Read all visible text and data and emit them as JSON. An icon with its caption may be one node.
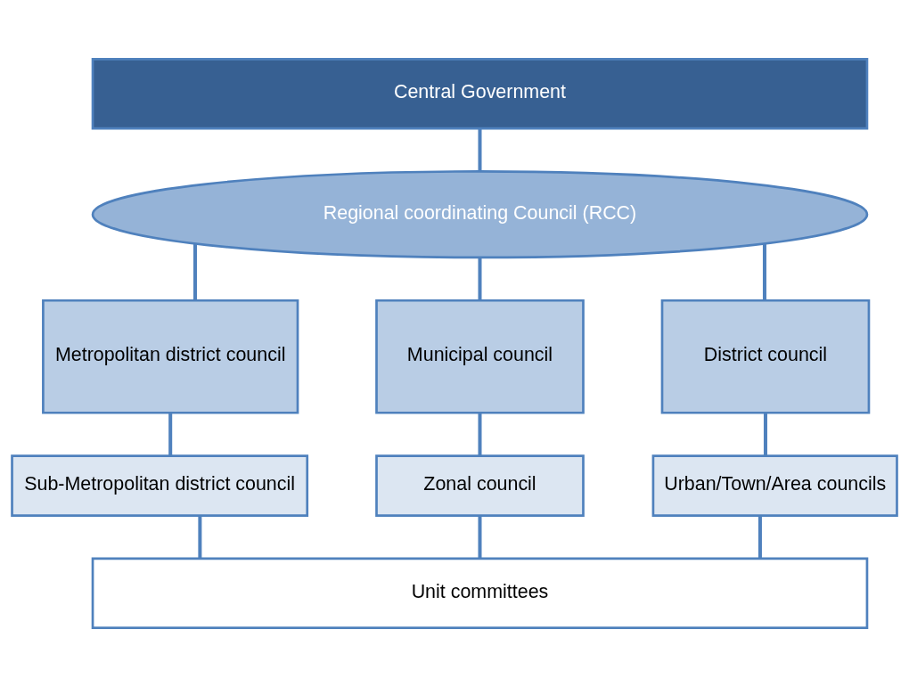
{
  "diagram": {
    "nodes": [
      {
        "text": [
          "Central Government"
        ]
      },
      {
        "text": [
          "Regional coordinating Council (RCC)"
        ]
      },
      {
        "text": [
          "Metropolitan district council"
        ]
      },
      {
        "text": [
          "Municipal council"
        ]
      },
      {
        "text": [
          "District council"
        ]
      },
      {
        "text": [
          "Sub-Metropolitan district council"
        ]
      },
      {
        "text": [
          "Zonal council"
        ]
      },
      {
        "text": [
          "Urban/Town/Area councils"
        ]
      },
      {
        "text": [
          "Unit committees"
        ]
      }
    ],
    "edges": [
      {
        "from": 0,
        "to": 1,
        "arrow": "none"
      },
      {
        "from": 1,
        "to": 2,
        "arrow": "none"
      },
      {
        "from": 1,
        "to": 3,
        "arrow": "none"
      },
      {
        "from": 1,
        "to": 4,
        "arrow": "none"
      },
      {
        "from": 2,
        "to": 5,
        "arrow": "none"
      },
      {
        "from": 3,
        "to": 6,
        "arrow": "none"
      },
      {
        "from": 4,
        "to": 7,
        "arrow": "none"
      },
      {
        "from": 5,
        "to": 8,
        "arrow": "none"
      },
      {
        "from": 6,
        "to": 8,
        "arrow": "none"
      },
      {
        "from": 7,
        "to": 8,
        "arrow": "none"
      }
    ]
  }
}
